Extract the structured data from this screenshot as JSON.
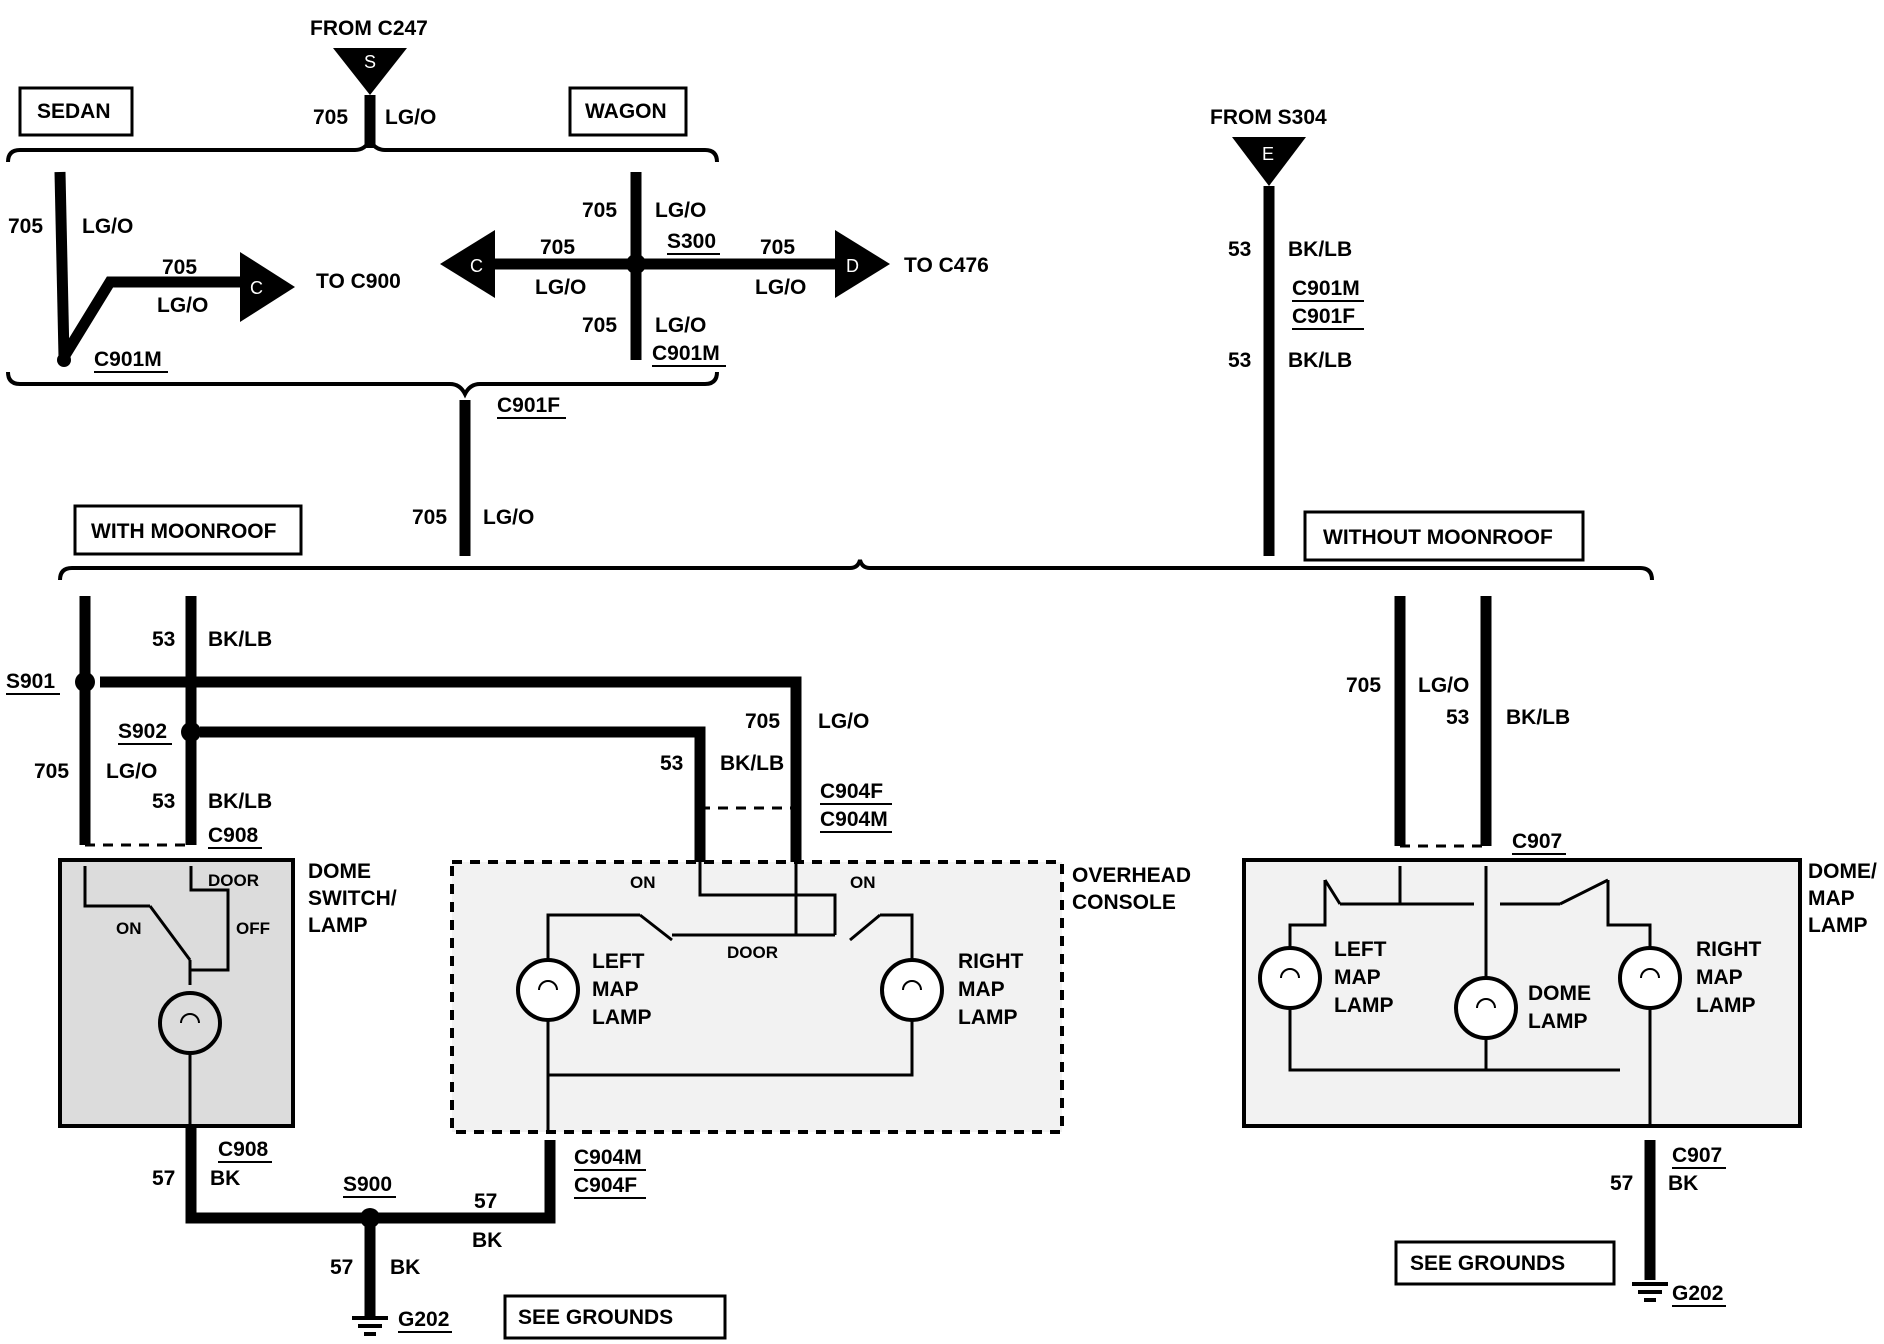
{
  "labels": {
    "from_c247": "FROM C247",
    "connector_s": "S",
    "connector_e": "E",
    "connector_c": "C",
    "connector_d": "D",
    "sedan": "SEDAN",
    "wagon": "WAGON",
    "from_s304": "FROM S304",
    "with_moonroof": "WITH MOONROOF",
    "without_moonroof": "WITHOUT MOONROOF",
    "to_c900": "TO C900",
    "to_c476": "TO C476",
    "circuit_705": "705",
    "circuit_53": "53",
    "circuit_57": "57",
    "color_lgo": "LG/O",
    "color_bklb": "BK/LB",
    "color_bk": "BK",
    "c901m": "C901M",
    "c901f": "C901F",
    "s300": "S300",
    "s900": "S900",
    "s901": "S901",
    "s902": "S902",
    "c904f": "C904F",
    "c904m": "C904M",
    "c907": "C907",
    "c908": "C908",
    "g202": "G202",
    "see_grounds": "SEE GROUNDS",
    "on": "ON",
    "off": "OFF",
    "door": "DOOR",
    "dome_switch_lamp": [
      "DOME",
      "SWITCH/",
      "LAMP"
    ],
    "overhead_console": [
      "OVERHEAD",
      "CONSOLE"
    ],
    "dome_map_lamp": [
      "DOME/",
      "MAP",
      "LAMP"
    ],
    "left_map_lamp": [
      "LEFT",
      "MAP",
      "LAMP"
    ],
    "right_map_lamp": [
      "RIGHT",
      "MAP",
      "LAMP"
    ],
    "dome_lamp": [
      "DOME",
      "LAMP"
    ]
  }
}
